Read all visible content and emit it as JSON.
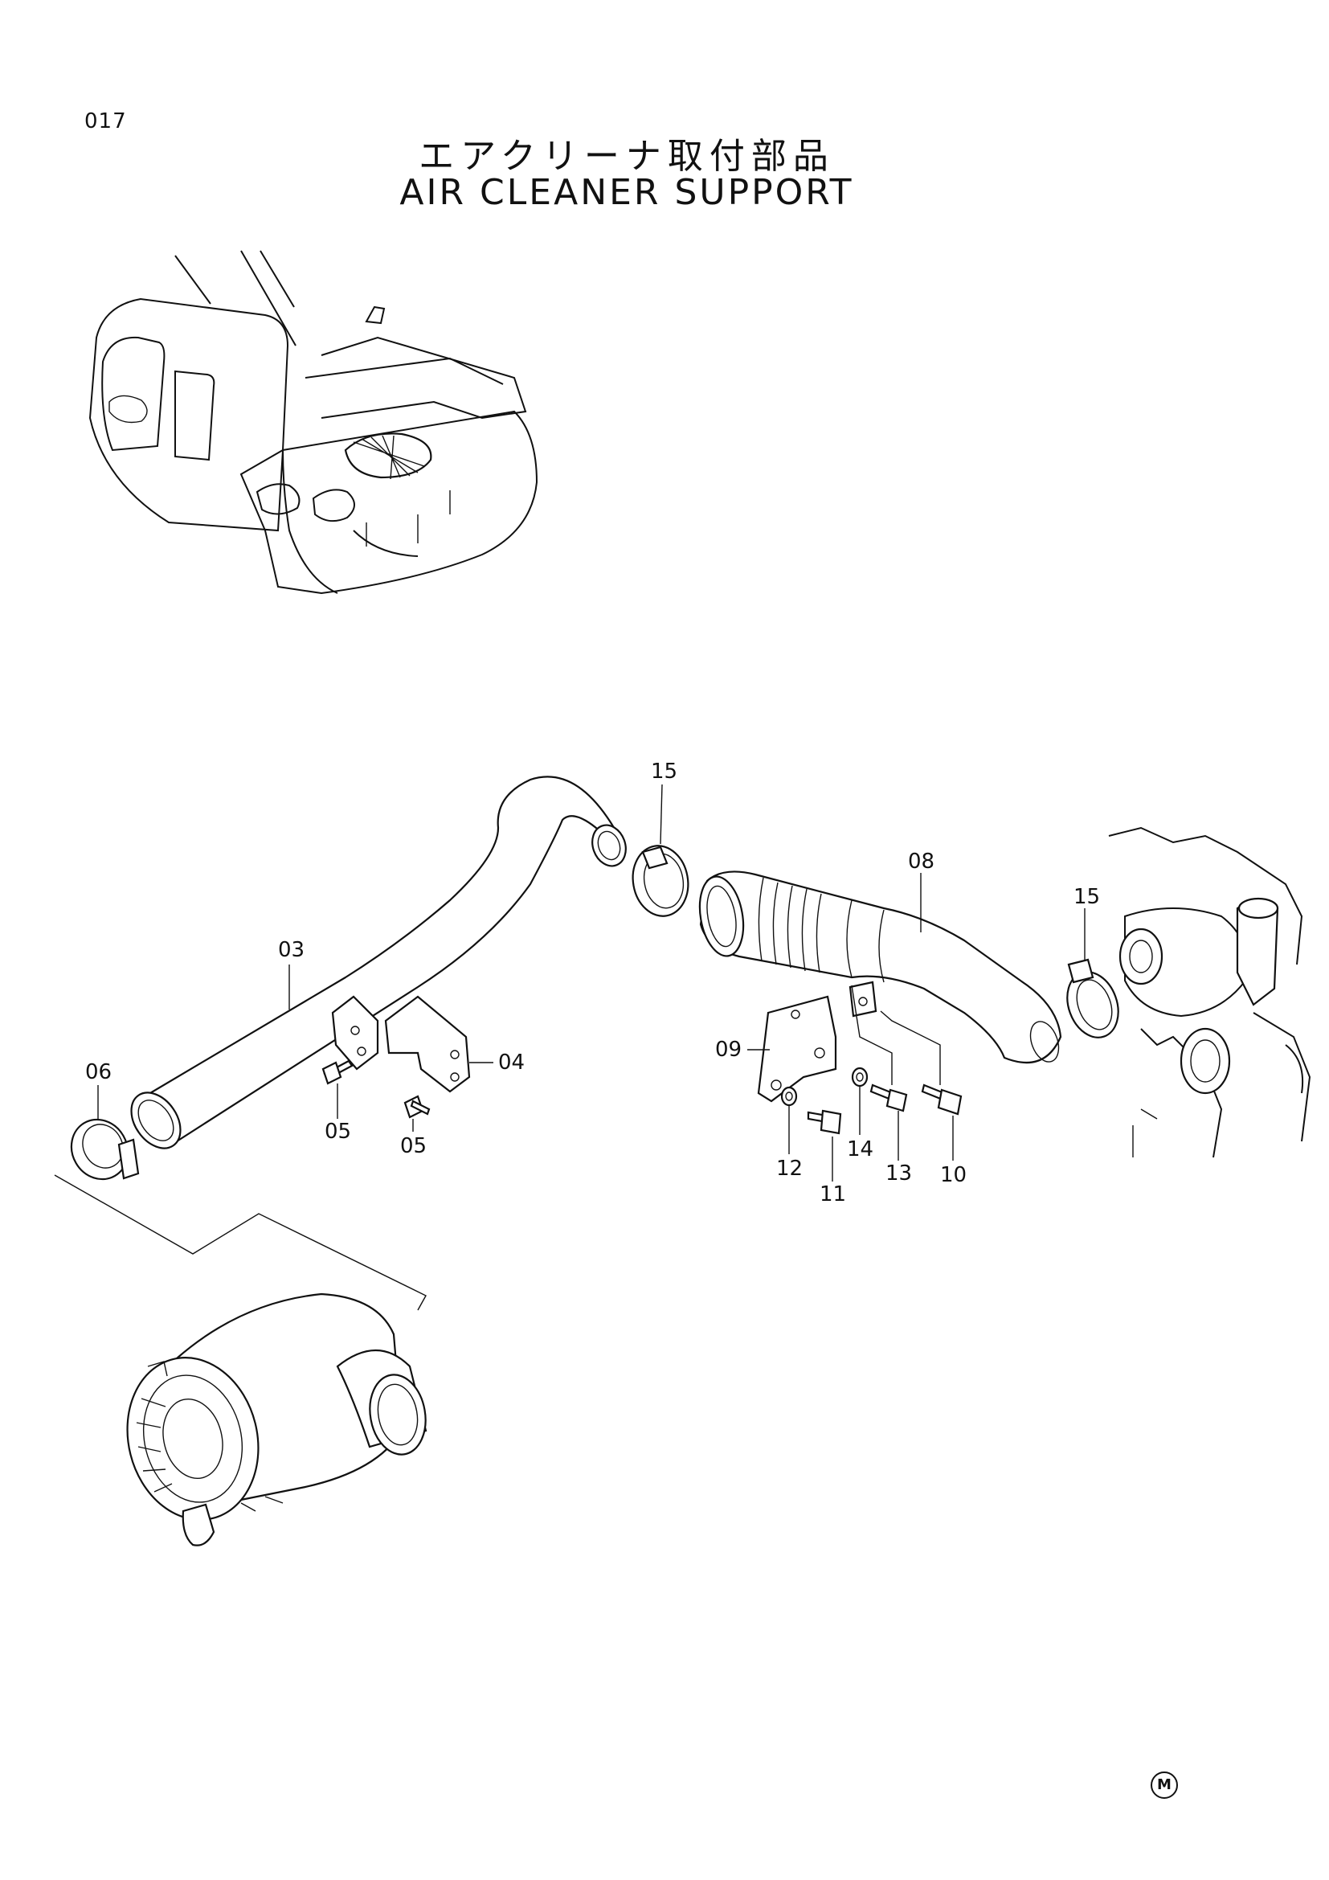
{
  "page_number": "017",
  "title_jp": "エアクリーナ取付部品",
  "title_en": "AIR CLEANER SUPPORT",
  "part_labels": {
    "p03": "03",
    "p04": "04",
    "p05a": "05",
    "p05b": "05",
    "p06": "06",
    "p08": "08",
    "p09": "09",
    "p10": "10",
    "p11": "11",
    "p12": "12",
    "p13": "13",
    "p14": "14",
    "p15a": "15",
    "p15b": "15"
  },
  "manufacturer_mark": "M"
}
